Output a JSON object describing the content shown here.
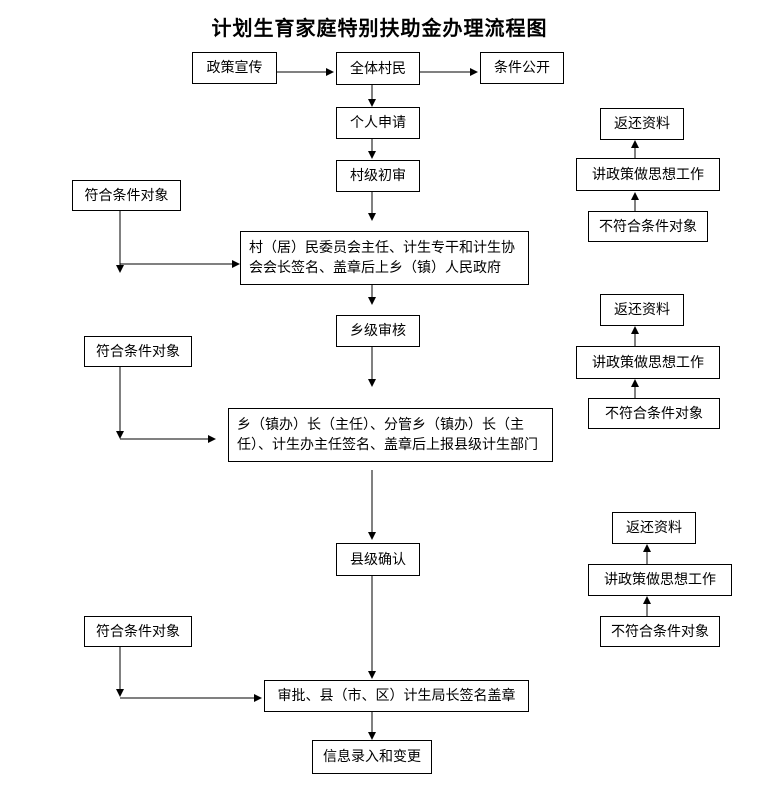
{
  "title": "计划生育家庭特别扶助金办理流程图",
  "nodes": {
    "publicity": "政策宣传",
    "all_villagers": "全体村民",
    "publish": "条件公开",
    "apply": "个人申请",
    "village_review": "村级初审",
    "village_sign": "村（居）民委员会主任、计生专干和计生协会会长签名、盖章后上乡（镇）人民政府",
    "township_review": "乡级审核",
    "township_sign": "乡（镇办）长（主任）、分管乡（镇办）长（主任）、计生办主任签名、盖章后上报县级计生部门",
    "county_confirm": "县级确认",
    "county_approve": "审批、县（市、区）计生局长签名盖章",
    "info_entry": "信息录入和变更"
  },
  "side": {
    "eligible": "符合条件对象",
    "ineligible": "不符合条件对象",
    "persuade": "讲政策做思想工作",
    "return": "返还资料"
  }
}
